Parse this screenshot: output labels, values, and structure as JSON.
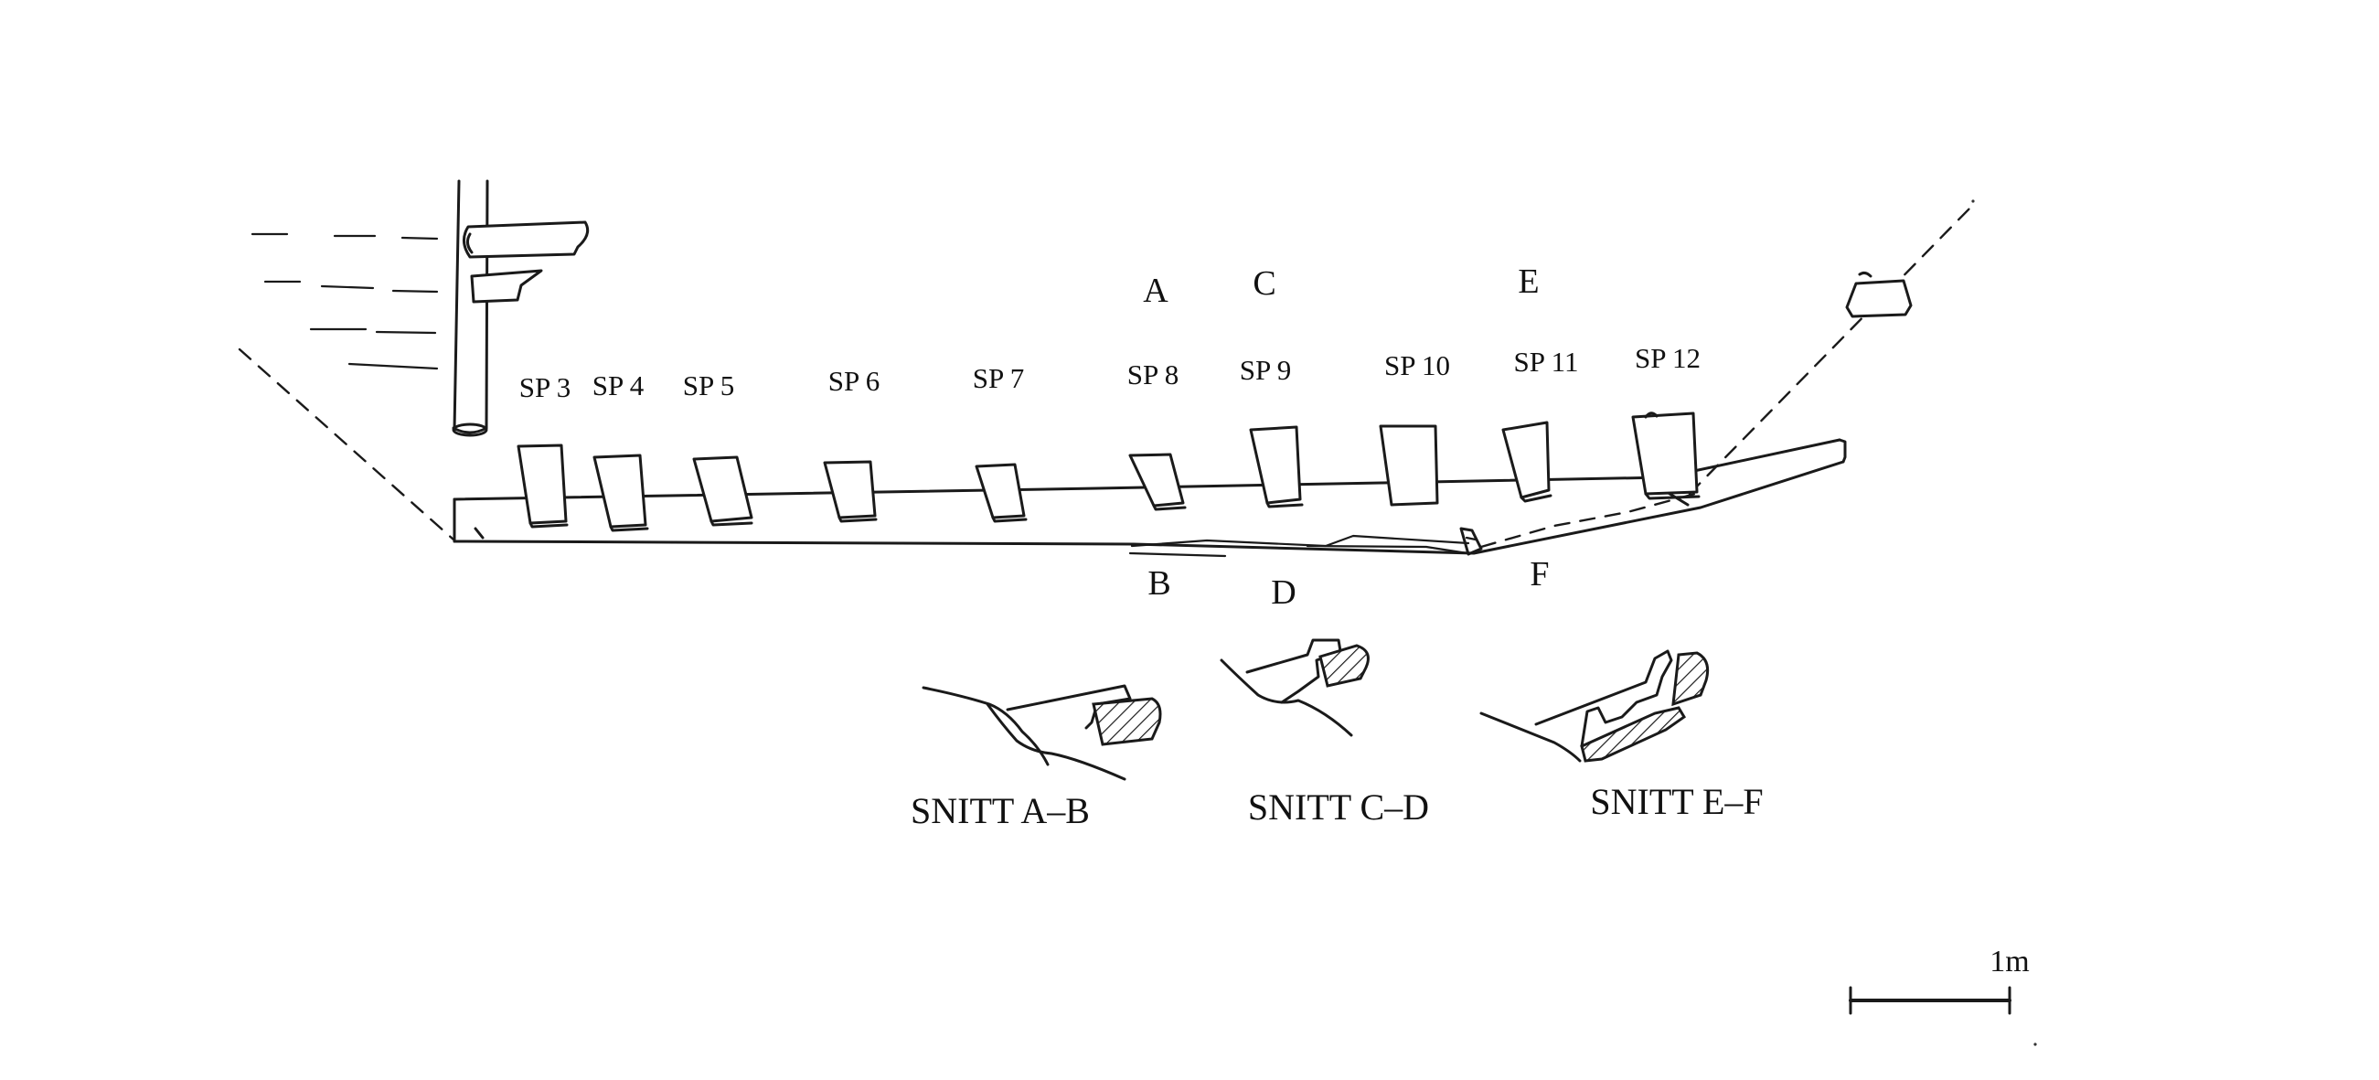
{
  "stations": [
    "SP 3",
    "SP 4",
    "SP 5",
    "SP 6",
    "SP 7",
    "SP 8",
    "SP 9",
    "SP 10",
    "SP 11",
    "SP 12"
  ],
  "section_letters_top": [
    "A",
    "C",
    "E"
  ],
  "section_letters_bottom": [
    "B",
    "D",
    "F"
  ],
  "sections": [
    "SNITT A–B",
    "SNITT C–D",
    "SNITT E–F"
  ],
  "scale_label": "1m"
}
